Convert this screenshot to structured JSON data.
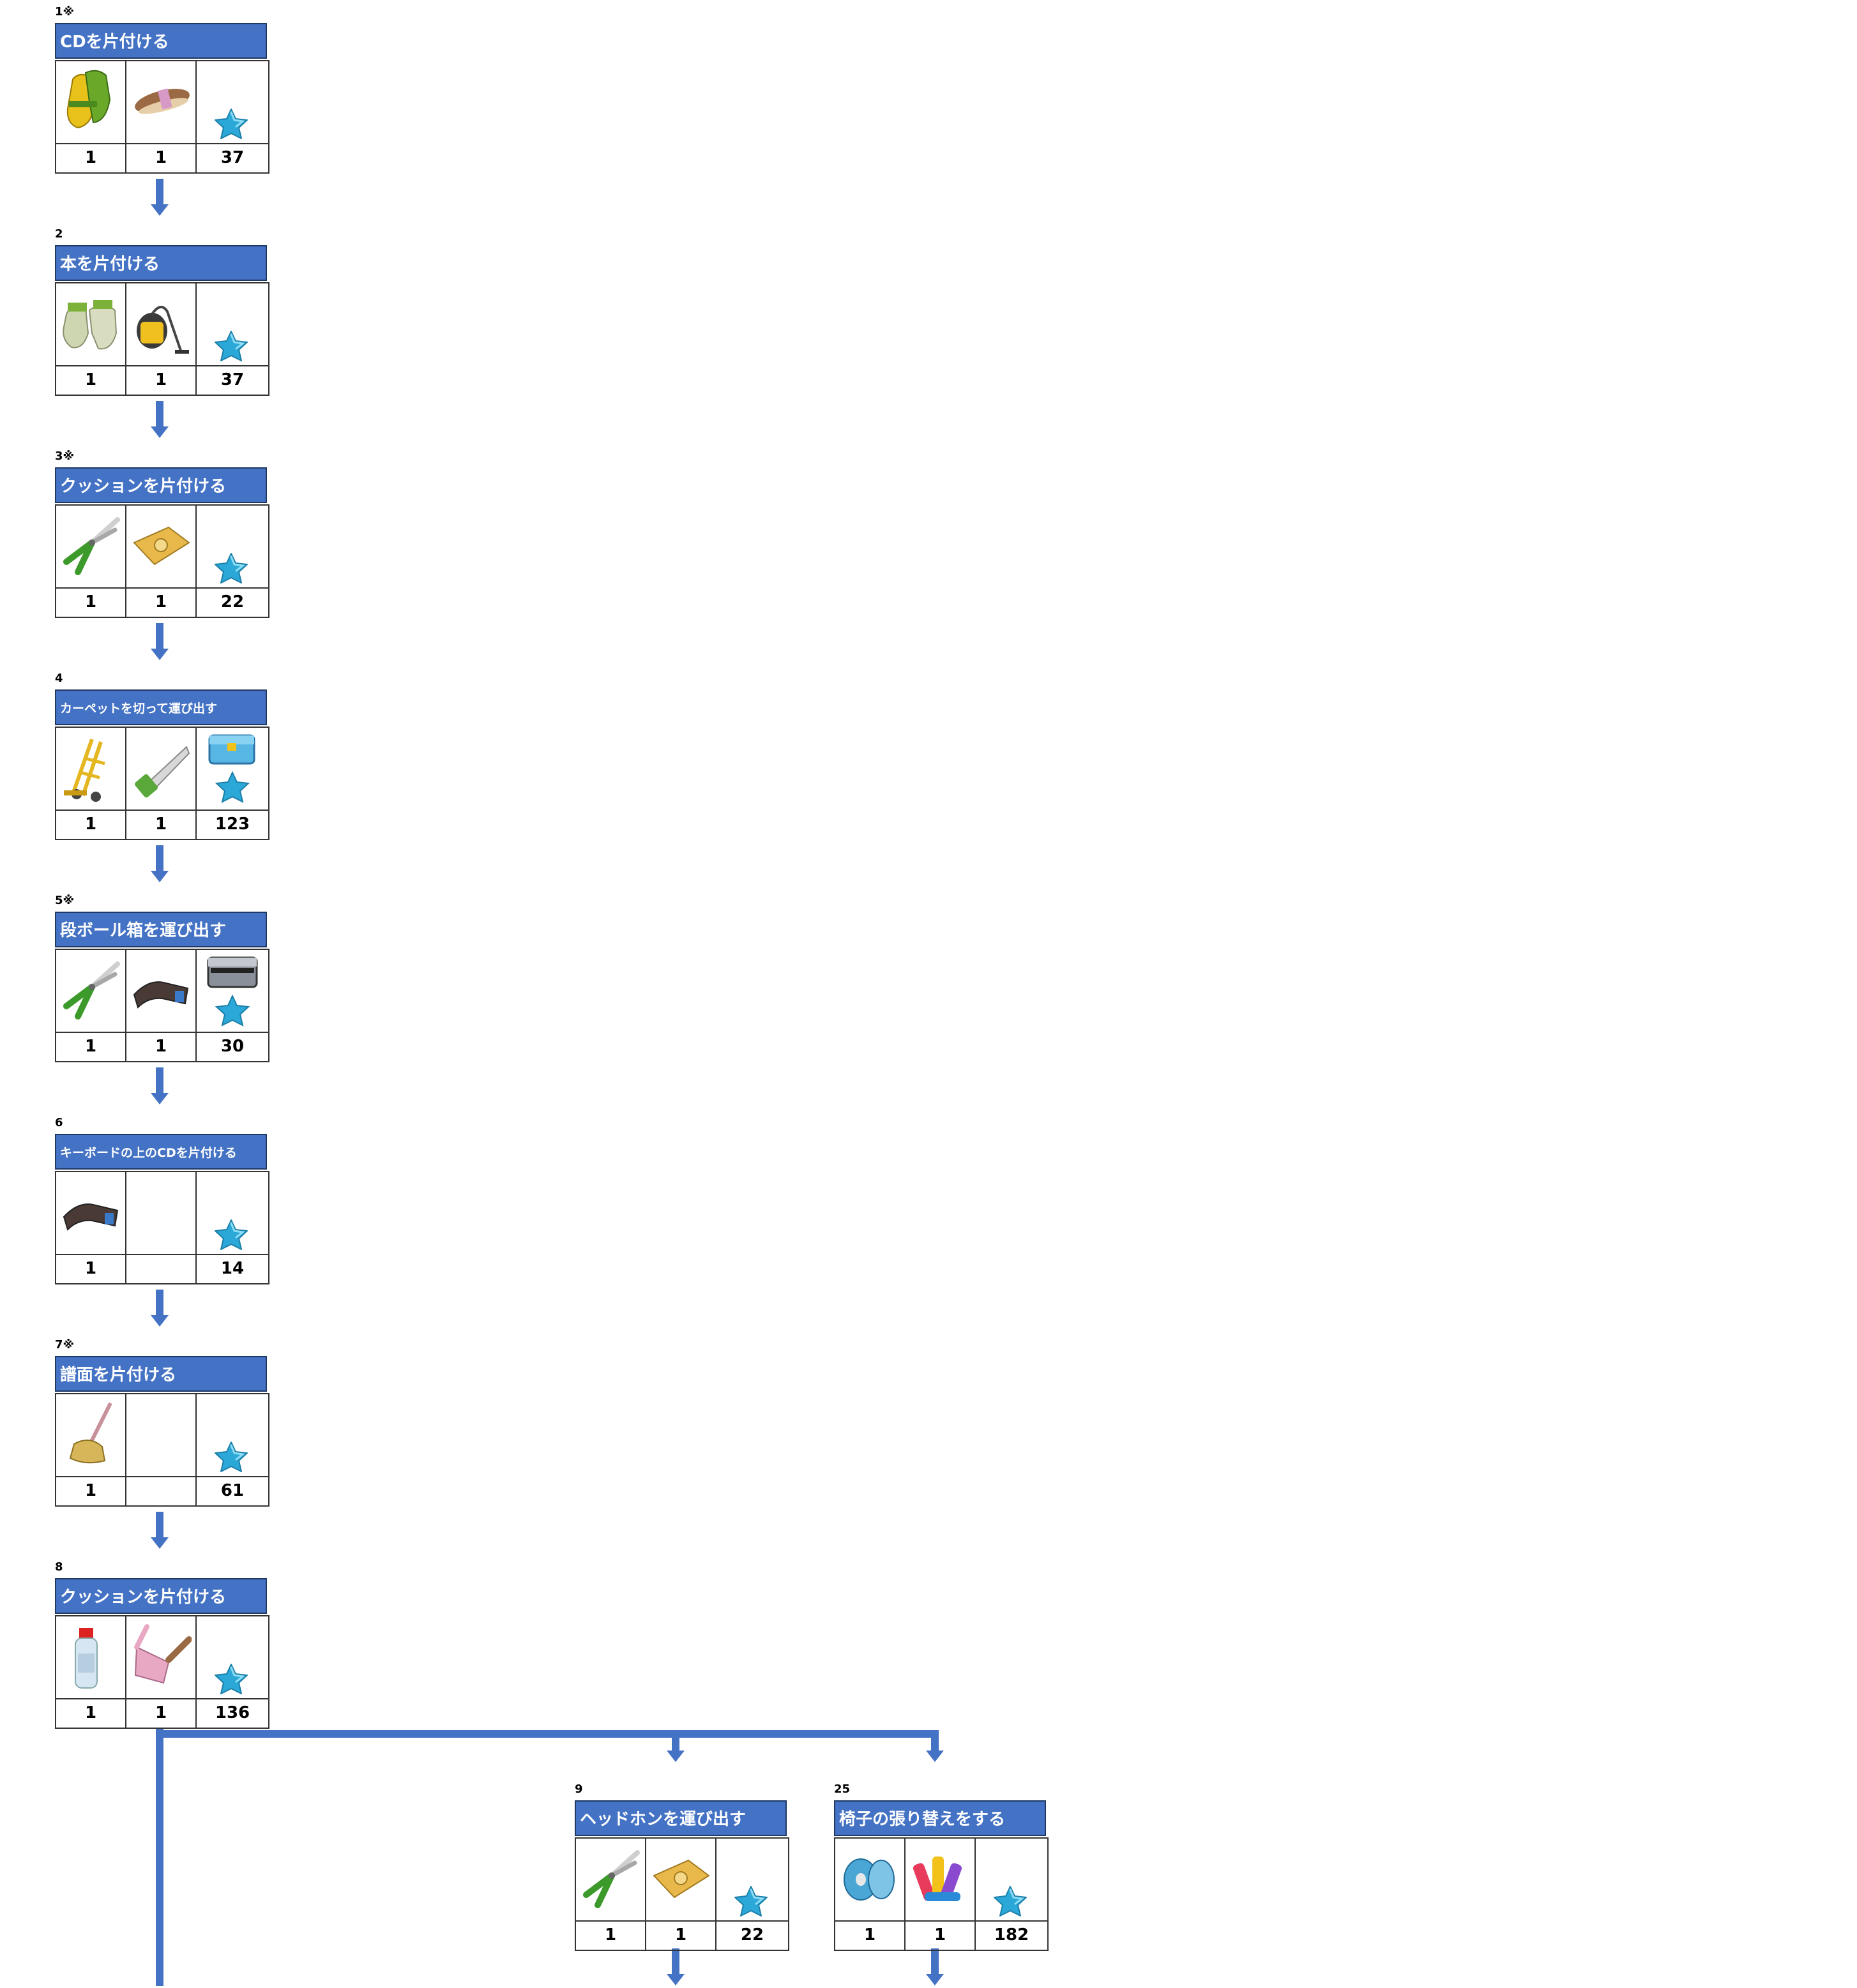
{
  "colors": {
    "header": "#4472c4",
    "arrow": "#4472c4",
    "gem": "#2ba8d8"
  },
  "steps": [
    {
      "num": "1※",
      "title": "CDを片付ける",
      "qty": [
        "1",
        "1",
        "37"
      ],
      "icons": [
        "rubber-gloves-icon",
        "brush-icon",
        "gem-icon"
      ]
    },
    {
      "num": "2",
      "title": "本を片付ける",
      "qty": [
        "1",
        "1",
        "37"
      ],
      "icons": [
        "work-gloves-icon",
        "vacuum-cleaner-icon",
        "gem-icon"
      ]
    },
    {
      "num": "3※",
      "title": "クッションを片付ける",
      "qty": [
        "1",
        "1",
        "22"
      ],
      "icons": [
        "pruning-shears-icon",
        "cloth-bag-icon",
        "gem-icon"
      ]
    },
    {
      "num": "4",
      "title": "カーペットを切って運び出す",
      "qty": [
        "1",
        "1",
        "123"
      ],
      "icons": [
        "hand-truck-icon",
        "saw-icon",
        "blue-chest-gem-icon"
      ]
    },
    {
      "num": "5※",
      "title": "段ボール箱を運び出す",
      "qty": [
        "1",
        "1",
        "30"
      ],
      "icons": [
        "pruning-shears-icon",
        "leather-belt-icon",
        "silver-chest-gem-icon"
      ]
    },
    {
      "num": "6",
      "title": "キーボードの上のCDを片付ける",
      "qty": [
        "1",
        "",
        "14"
      ],
      "icons": [
        "leather-belt-icon",
        "",
        "gem-icon"
      ]
    },
    {
      "num": "7※",
      "title": "譜面を片付ける",
      "qty": [
        "1",
        "",
        "61"
      ],
      "icons": [
        "mop-icon",
        "",
        "gem-icon"
      ]
    },
    {
      "num": "8",
      "title": "クッションを片付ける",
      "qty": [
        "1",
        "1",
        "136"
      ],
      "icons": [
        "spray-bottle-icon",
        "dustpan-icon",
        "gem-icon"
      ]
    },
    {
      "num": "9",
      "title": "ヘッドホンを運び出す",
      "qty": [
        "1",
        "1",
        "22"
      ],
      "icons": [
        "pruning-shears-icon",
        "cloth-bag-icon",
        "gem-icon"
      ]
    },
    {
      "num": "25",
      "title": "椅子の張り替えをする",
      "qty": [
        "1",
        "1",
        "182"
      ],
      "icons": [
        "thread-spool-icon",
        "fabric-rolls-icon",
        "gem-icon"
      ]
    }
  ]
}
